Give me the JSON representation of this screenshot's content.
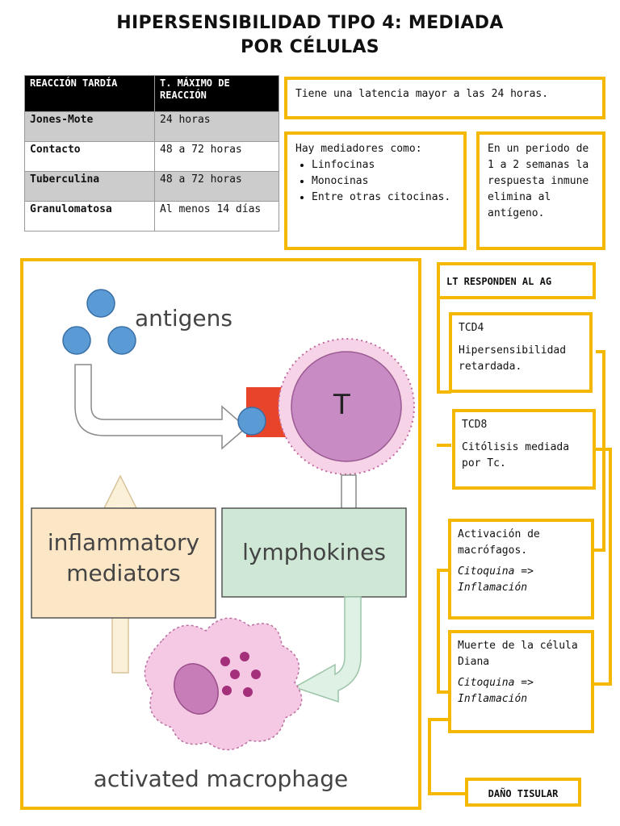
{
  "title": {
    "line1": "HIPERSENSIBILIDAD TIPO 4: MEDIADA",
    "line2": "POR CÉLULAS"
  },
  "table": {
    "headers": [
      "REACCIÓN TARDÍA",
      "T. MÁXIMO DE REACCIÓN"
    ],
    "rows": [
      [
        "Jones-Mote",
        "24 horas"
      ],
      [
        "Contacto",
        "48 a 72 horas"
      ],
      [
        "Tuberculina",
        "48 a 72 horas"
      ],
      [
        "Granulomatosa",
        "Al menos 14 días"
      ]
    ]
  },
  "latency_box": "Tiene una latencia mayor a las 24 horas.",
  "mediators_box": {
    "intro": "Hay mediadores como:",
    "items": [
      "Linfocinas",
      "Monocinas",
      "Entre otras citocinas."
    ]
  },
  "period_box": "En un periodo de 1 a 2 semanas la respuesta inmune elimina al antígeno.",
  "figure": {
    "antigens": "antigens",
    "t_cell": "T",
    "inflammatory": "inflammatory",
    "mediators": "mediators",
    "lymphokines": "lymphokines",
    "macrophage": "activated macrophage"
  },
  "flow": {
    "header": "LT RESPONDEN AL AG",
    "tcd4": {
      "title": "TCD4",
      "text": "Hipersensibilidad retardada."
    },
    "tcd8": {
      "title": "TCD8",
      "text": "Citólisis mediada por Tc."
    },
    "macro": {
      "text": "Activación de macrófagos.",
      "italic": "Citoquina => Inflamación"
    },
    "death": {
      "text": "Muerte de la célula Diana",
      "italic": "Citoquina => Inflamación"
    },
    "damage": "DAÑO TISULAR"
  },
  "colors": {
    "accent": "#f5b800",
    "table_header": "#000000",
    "table_gray": "#cccccc",
    "antigen": "#5b9bd5",
    "t_cell": "#c98bc4",
    "receptor": "#e8442a",
    "inflammatory_box": "#fbe7c6",
    "lymphokines_box": "#cfe8d6",
    "macrophage": "#f5c9e4"
  }
}
